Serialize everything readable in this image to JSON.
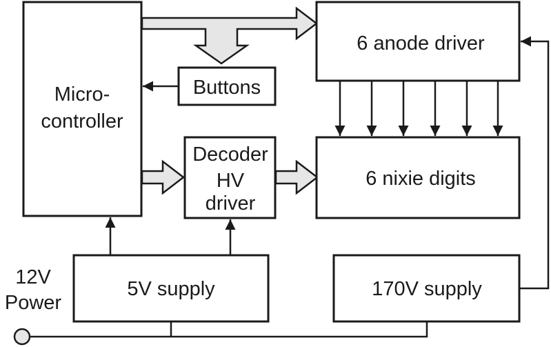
{
  "diagram": {
    "colors": {
      "stroke": "#1a1a1a",
      "bus_fill": "#e6e6e6",
      "background": "#ffffff"
    },
    "blocks": {
      "microcontroller": {
        "line1": "Micro-",
        "line2": "controller"
      },
      "buttons": {
        "label": "Buttons"
      },
      "decoder": {
        "line1": "Decoder",
        "line2": "HV",
        "line3": "driver"
      },
      "anode_driver": {
        "label": "6 anode driver"
      },
      "nixie_digits": {
        "label": "6 nixie digits"
      },
      "supply_5v": {
        "label": "5V supply"
      },
      "supply_170v": {
        "label": "170V supply"
      }
    },
    "power_input": {
      "line1": "12V",
      "line2": "Power"
    }
  }
}
